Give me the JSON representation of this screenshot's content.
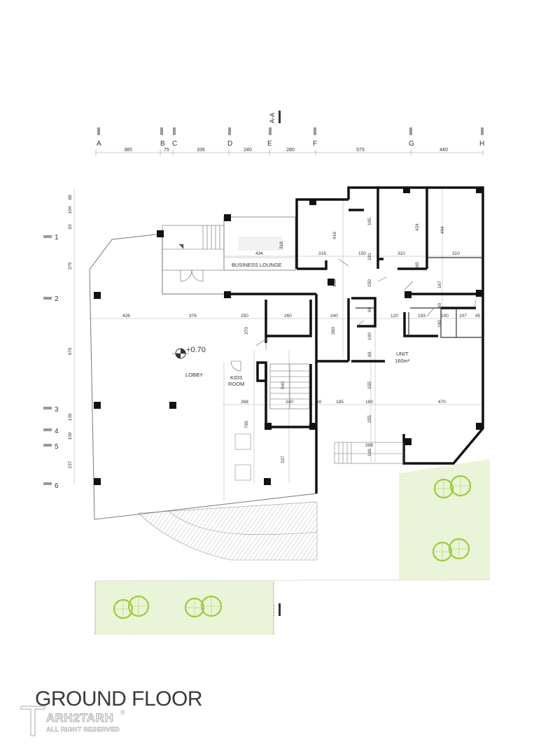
{
  "title": "GROUND FLOOR",
  "watermark": {
    "brand": "ARH2TARH",
    "rights": "ALL RIGHT RESERVED",
    "mark": "®"
  },
  "section_marker": "A-A",
  "level": "+0.70",
  "grid_columns": [
    {
      "label": "A"
    },
    {
      "label": "B"
    },
    {
      "label": "C"
    },
    {
      "label": "D"
    },
    {
      "label": "E"
    },
    {
      "label": "F"
    },
    {
      "label": "G"
    },
    {
      "label": "H"
    }
  ],
  "column_spacings": [
    "385",
    "75",
    "336",
    "240",
    "280",
    "575",
    "440"
  ],
  "grid_rows": [
    {
      "label": "1"
    },
    {
      "label": "2"
    },
    {
      "label": "3"
    },
    {
      "label": "4"
    },
    {
      "label": "5"
    },
    {
      "label": "6"
    }
  ],
  "row_dims": [
    "68",
    "104",
    "93",
    "375",
    "670",
    "130",
    "100",
    "237"
  ],
  "rooms": {
    "business_lounge": "BUSINESS LOUNGE",
    "lobby": "LOBBY",
    "kids_room_1": "KIDS",
    "kids_room_2": "ROOM",
    "unit": "UNIT",
    "unit_area": "160m²"
  },
  "interior_dims": {
    "d434": "434",
    "d318": "318",
    "d416": "416",
    "d316": "316",
    "d150": "150",
    "d195": "195",
    "d424": "424",
    "d310a": "310",
    "d494": "494",
    "d310b": "310",
    "d60a": "60",
    "d167": "167",
    "d150b": "150",
    "d150c": "150",
    "d426": "426",
    "d376": "376",
    "d250": "250",
    "d260": "260",
    "d240": "240",
    "d120": "120",
    "d193": "193",
    "d100": "100",
    "d107": "107",
    "d45": "45",
    "d370": "370",
    "d360": "360",
    "d60b": "60",
    "d140": "140",
    "d60c": "60",
    "d540": "540",
    "d268": "268",
    "d240b": "240",
    "d60d": "60",
    "d185": "185",
    "d180": "180",
    "d470": "470",
    "d155": "155",
    "d765": "765",
    "d255": "255",
    "d337": "337",
    "d399": "399",
    "d149": "149",
    "d160": "160",
    "d60e": "60",
    "d181": "181"
  }
}
